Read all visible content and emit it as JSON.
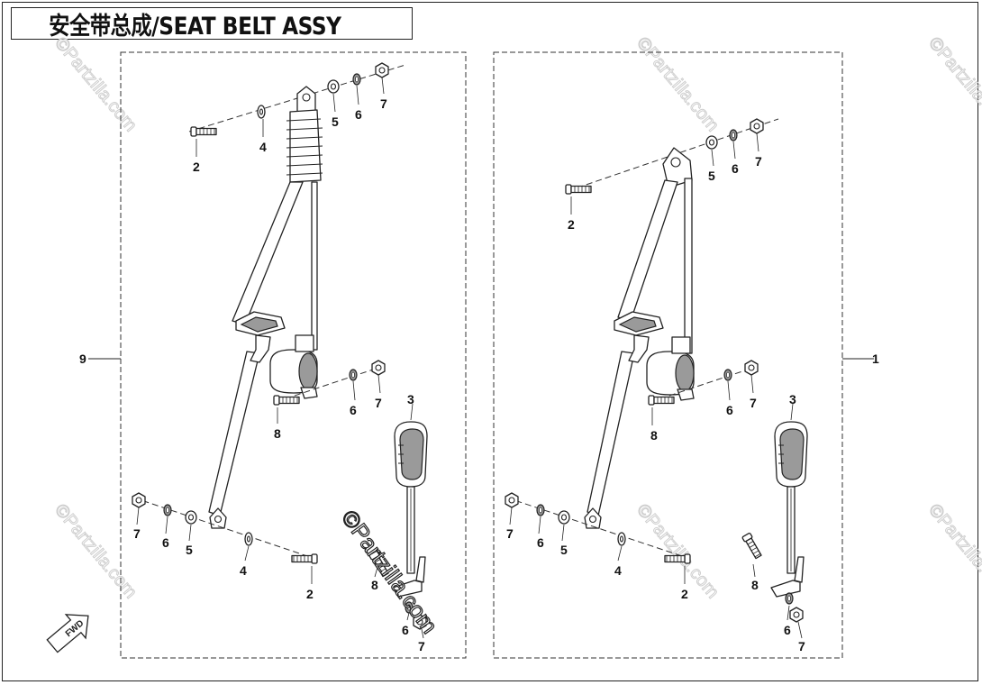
{
  "title": "安全带总成/SEAT BELT ASSY",
  "watermark_text": "©Partzilla.com",
  "fwd_label": "FWD",
  "groups": [
    {
      "id": "left",
      "group_label": "9",
      "callouts": [
        "2",
        "4",
        "5",
        "6",
        "7",
        "8",
        "6",
        "7",
        "3",
        "7",
        "6",
        "5",
        "4",
        "2",
        "8",
        "6",
        "7"
      ]
    },
    {
      "id": "right",
      "group_label": "1",
      "callouts": [
        "2",
        "5",
        "6",
        "7",
        "8",
        "6",
        "7",
        "3",
        "7",
        "6",
        "5",
        "4",
        "2",
        "8",
        "6",
        "7"
      ]
    }
  ]
}
